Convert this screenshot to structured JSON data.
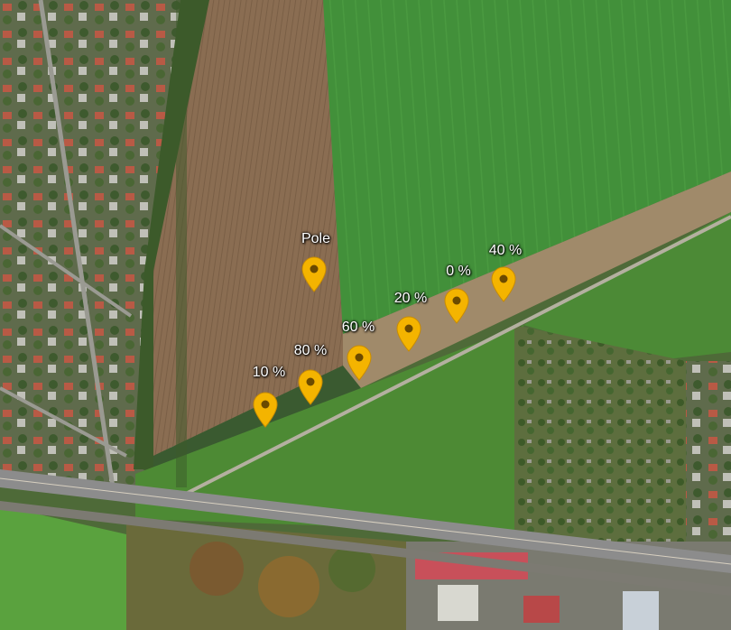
{
  "markers": [
    {
      "label": "Pole",
      "color": "#f4b400"
    },
    {
      "label": "40 %",
      "color": "#f4b400"
    },
    {
      "label": "0 %",
      "color": "#f4b400"
    },
    {
      "label": "20 %",
      "color": "#f4b400"
    },
    {
      "label": "60 %",
      "color": "#f4b400"
    },
    {
      "label": "80 %",
      "color": "#f4b400"
    },
    {
      "label": "10 %",
      "color": "#f4b400"
    }
  ],
  "colors": {
    "plowed_field": "#8a6d52",
    "crop_field": "#3f8a35",
    "field_strip": "#a08a6a",
    "urban": "#6f7560",
    "road": "#8c8c8c",
    "marker": "#f4b400"
  }
}
